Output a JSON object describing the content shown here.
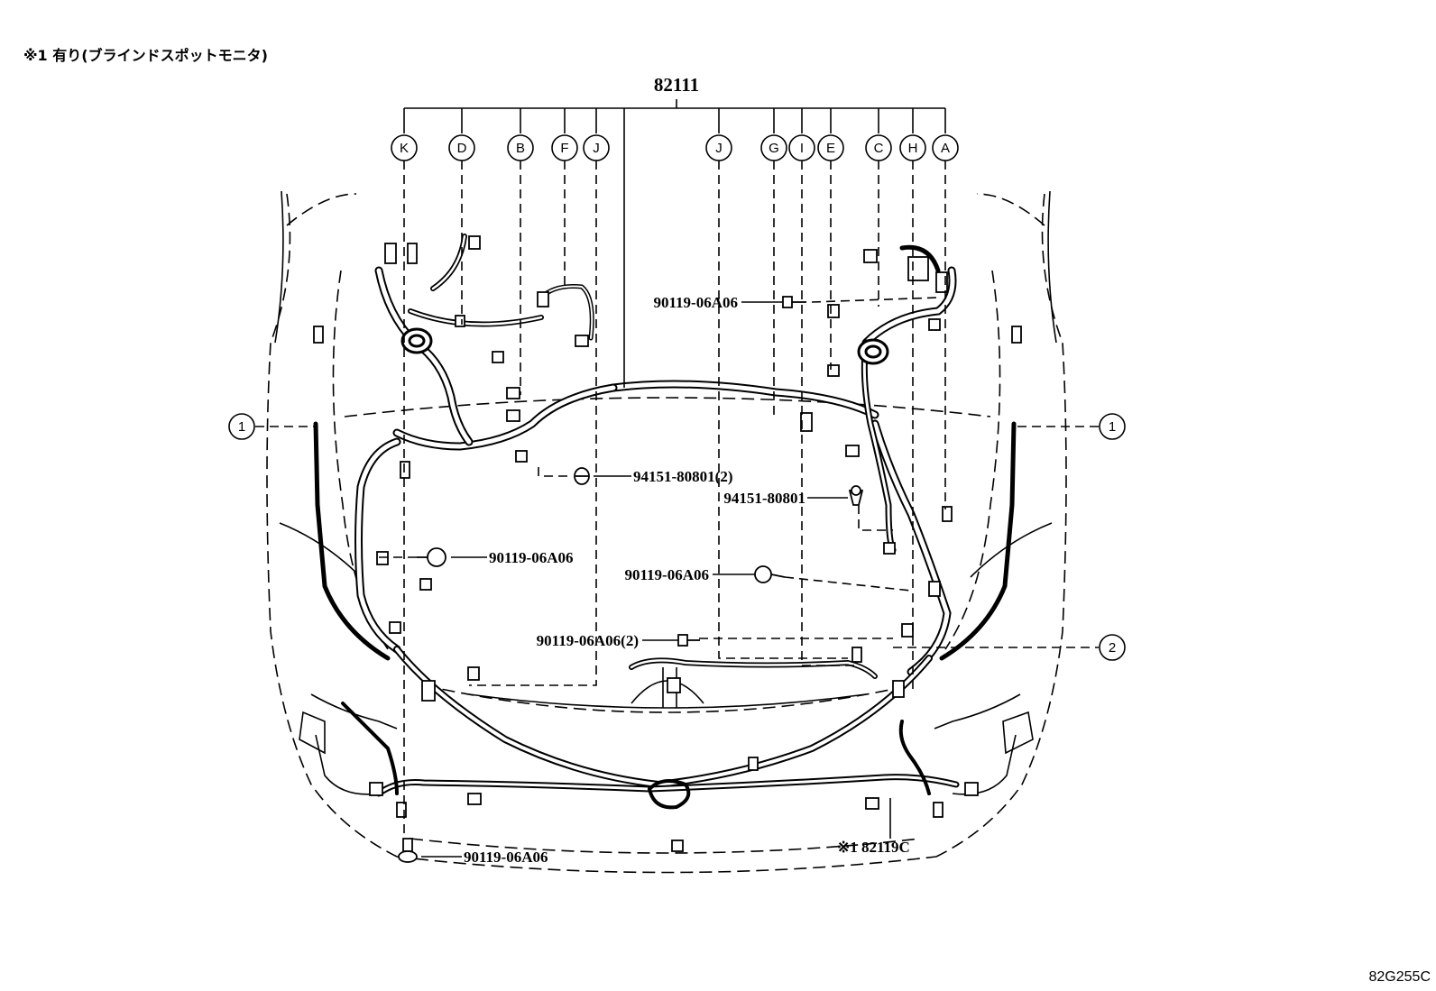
{
  "note": "※1 有り(ブラインドスポットモニタ)",
  "main_part": "82111",
  "sub_part": "※1 82119C",
  "drawing_code": "82G255C",
  "callout_letters": [
    "K",
    "D",
    "B",
    "F",
    "J",
    "J",
    "G",
    "I",
    "E",
    "C",
    "H",
    "A"
  ],
  "callout_numbers": [
    "1",
    "1",
    "2"
  ],
  "fasteners": [
    "90119-06A06",
    "94151-80801(2)",
    "94151-80801",
    "90119-06A06",
    "90119-06A06",
    "90119-06A06(2)",
    "90119-06A06"
  ]
}
